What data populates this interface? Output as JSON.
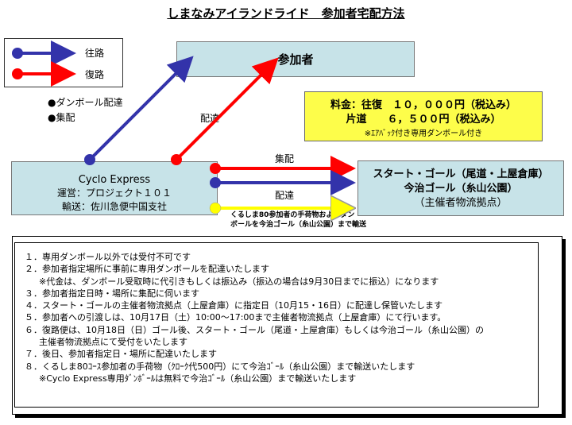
{
  "title": "しまなみアイランドライド　参加者宅配方法",
  "legend": {
    "outbound": "往路",
    "return": "復路"
  },
  "participant": "参加者",
  "fee": {
    "line1": "料金：往復　１０，０００円（税込み）",
    "line2": "片道　　６，５００円（税込み）",
    "note": "※ｴｱﾊﾞｯｸ付き専用ダンボール付き"
  },
  "services": [
    "●ダンボール配達",
    "●集配"
  ],
  "haitatsu_left": "配達",
  "cyclo": {
    "name": "Cyclo Express",
    "operator": "運営：プロジェクト１０１",
    "transport": "輸送：佐川急便中国支社"
  },
  "shuhai": "集配",
  "haitatsu_right": "配達",
  "goal": {
    "line1": "スタート・ゴール（尾道・上屋倉庫）",
    "line2": "今治ゴール（糸山公園）",
    "line3": "（主催者物流拠点）"
  },
  "small_note": {
    "line1": "くるしま80参加者の手荷物およびダン",
    "line2": "ボールを今治ゴール（糸山公園）まで輸送"
  },
  "notes": [
    "１．専用ダンボール以外では受付不可です",
    "２．参加者指定場所に事前に専用ダンボールを配達いたします",
    "※代金は、ダンボール受取時に代引きもしくは振込み（振込の場合は9月30日までに振込）になります",
    "３．参加者指定日時・場所に集配に伺います",
    "４．スタート・ゴールの主催者物流拠点（上屋倉庫）に指定日（10月15・16日）に配達し保管いたします",
    "５．参加者への引渡しは、10月17日（土）10:00～17:00まで主催者物流拠点（上屋倉庫）にて行います。",
    "６．復路便は、10月18日（日）ゴール後、スタート・ゴール（尾道・上屋倉庫）もしくは今治ゴール（糸山公園）の",
    "主催者物流拠点にて受付をいたします",
    "７．後日、参加者指定日・場所に配達いたします",
    "８．くるしま80ｺｰｽ参加者の手荷物（ｸﾛｰｸ代500円）にて今治ｺﾞｰﾙ（糸山公園）まで輸送いたします",
    "※Cyclo Express専用ﾀﾞﾝﾎﾞｰﾙは無料で今治ｺﾞｰﾙ（糸山公園）まで輸送いたします"
  ],
  "colors": {
    "outbound": "#3333aa",
    "return": "#ff0000",
    "kurushima": "#ffff00",
    "box": "#c7e3e8",
    "fee": "#fdfd4a"
  }
}
